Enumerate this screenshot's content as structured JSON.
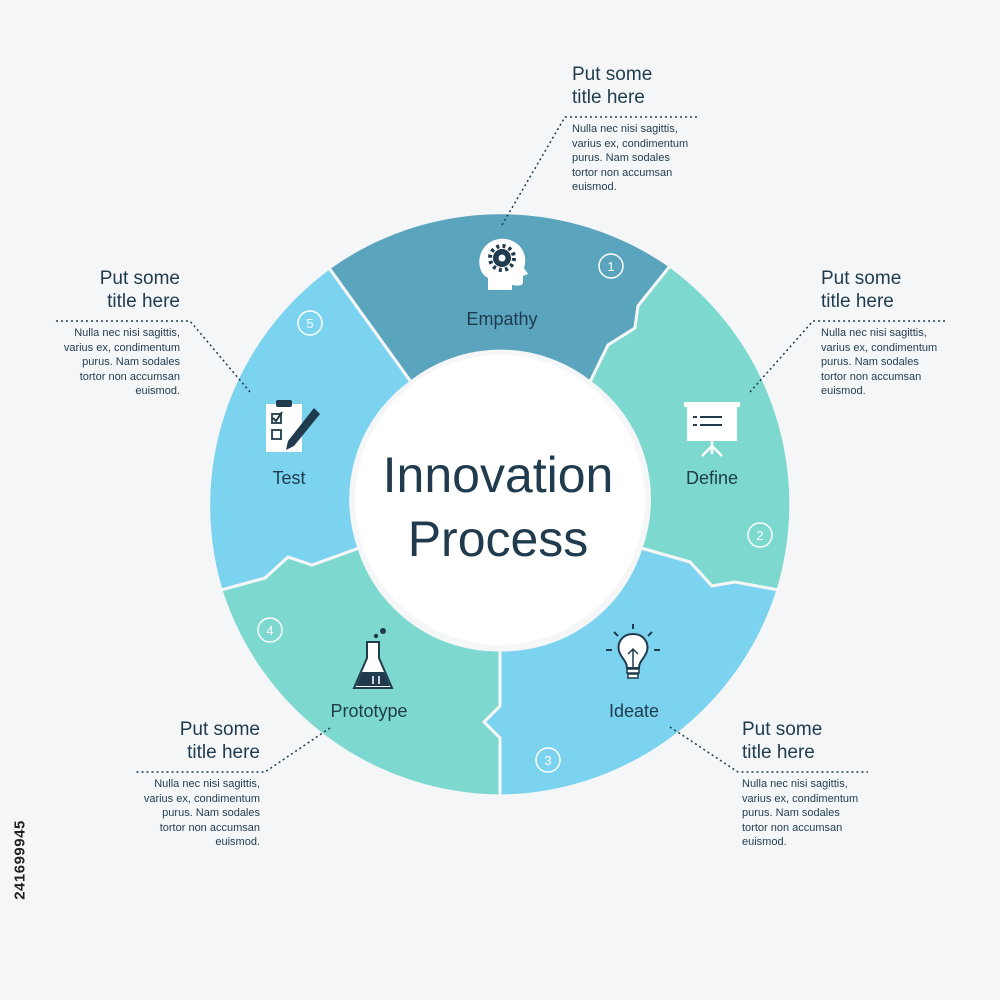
{
  "center": {
    "line1": "Innovation",
    "line2": "Process"
  },
  "colors": {
    "background": "#f5f6f8",
    "text": "#1f3b4d",
    "segment_dark": "#5ba4be",
    "segment_teal": "#7dd8d0",
    "segment_blue": "#7bd3ef",
    "badge_text": "#ffffff"
  },
  "segments": [
    {
      "number": "1",
      "label": "Empathy",
      "icon": "head-gear-icon"
    },
    {
      "number": "2",
      "label": "Define",
      "icon": "presentation-board-icon"
    },
    {
      "number": "3",
      "label": "Ideate",
      "icon": "lightbulb-icon"
    },
    {
      "number": "4",
      "label": "Prototype",
      "icon": "flask-icon"
    },
    {
      "number": "5",
      "label": "Test",
      "icon": "checklist-pencil-icon"
    }
  ],
  "callouts": [
    {
      "title": "Put some\ntitle here",
      "body": "Nulla nec nisi sagittis,\nvarius ex, condimentum\npurus. Nam sodales\ntortor non accumsan\neuismod."
    },
    {
      "title": "Put some\ntitle here",
      "body": "Nulla nec nisi sagittis,\nvarius ex, condimentum\npurus. Nam sodales\ntortor non accumsan\neuismod."
    },
    {
      "title": "Put some\ntitle here",
      "body": "Nulla nec nisi sagittis,\nvarius ex, condimentum\npurus. Nam sodales\ntortor non accumsan\neuismod."
    },
    {
      "title": "Put some\ntitle here",
      "body": "Nulla nec nisi sagittis,\nvarius ex, condimentum\npurus. Nam sodales\ntortor non accumsan\neuismod."
    },
    {
      "title": "Put some\ntitle here",
      "body": "Nulla nec nisi sagittis,\nvarius ex, condimentum\npurus. Nam sodales\ntortor non accumsan\neuismod."
    }
  ],
  "stock_id": "241699945"
}
